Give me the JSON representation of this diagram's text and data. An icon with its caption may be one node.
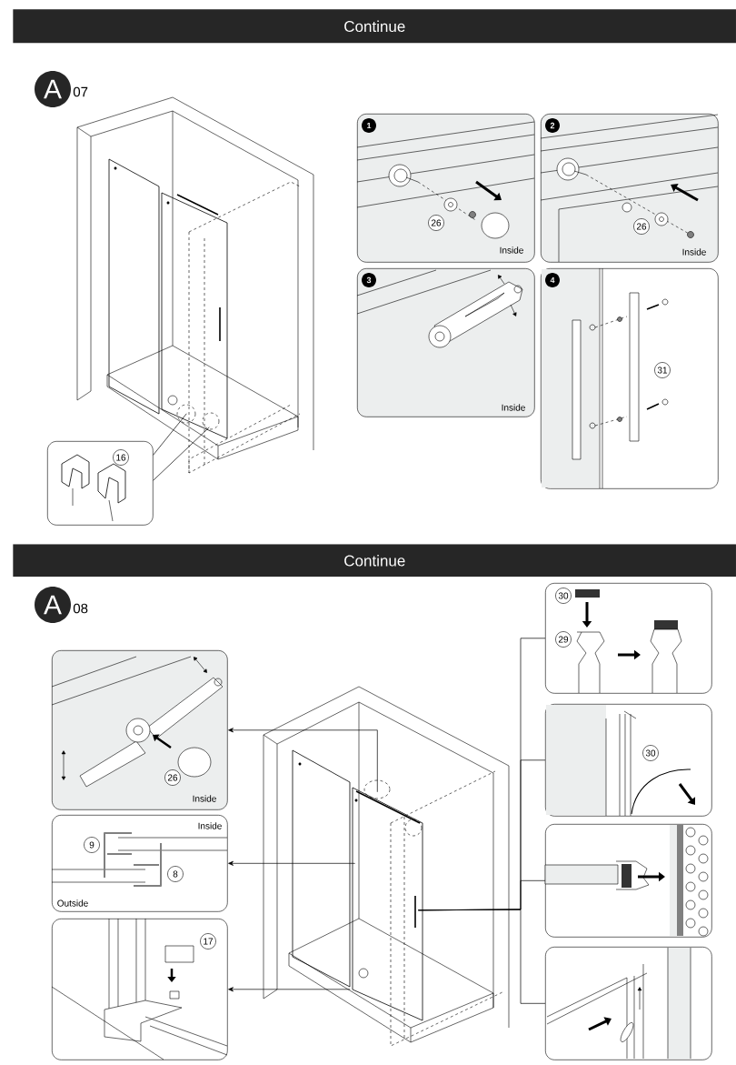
{
  "diagram": {
    "nodes": [
      {
        "text": [
          "Continue"
        ]
      },
      {
        "text": [
          "A"
        ],
        "beside": [
          "07"
        ]
      },
      {
        "text": [],
        "shape": "picture"
      },
      {
        "text": [
          "16"
        ]
      },
      {
        "text": [
          "1",
          "26",
          "Inside"
        ]
      },
      {
        "text": [
          "2",
          "26",
          "Inside"
        ]
      },
      {
        "text": [
          "3",
          "Inside"
        ]
      },
      {
        "text": [
          "4",
          "31"
        ]
      },
      {
        "text": [
          "Continue"
        ]
      },
      {
        "text": [
          "A"
        ],
        "beside": [
          "08"
        ]
      },
      {
        "text": [],
        "shape": "picture"
      },
      {
        "text": [
          "26",
          "Inside"
        ]
      },
      {
        "text": [
          "Inside",
          "9",
          "8",
          "Outside"
        ]
      },
      {
        "text": [
          "17"
        ]
      },
      {
        "text": [
          "30",
          "29"
        ]
      },
      {
        "text": [
          "30"
        ]
      },
      {
        "text": [],
        "shape": "box"
      },
      {
        "text": [],
        "shape": "box"
      }
    ],
    "edges": [
      {
        "from": 2,
        "to": 3,
        "arrow": "none"
      },
      {
        "from": 2,
        "to": 3,
        "arrow": "none"
      },
      {
        "from": 10,
        "to": 11,
        "arrow": "to"
      },
      {
        "from": 10,
        "to": 12,
        "arrow": "to"
      },
      {
        "from": 10,
        "to": 13,
        "arrow": "to"
      },
      {
        "from": 10,
        "to": 14,
        "arrow": "none"
      },
      {
        "from": 10,
        "to": 15,
        "arrow": "none"
      },
      {
        "from": 10,
        "to": 16,
        "arrow": "none"
      },
      {
        "from": 10,
        "to": 17,
        "arrow": "none"
      }
    ]
  }
}
